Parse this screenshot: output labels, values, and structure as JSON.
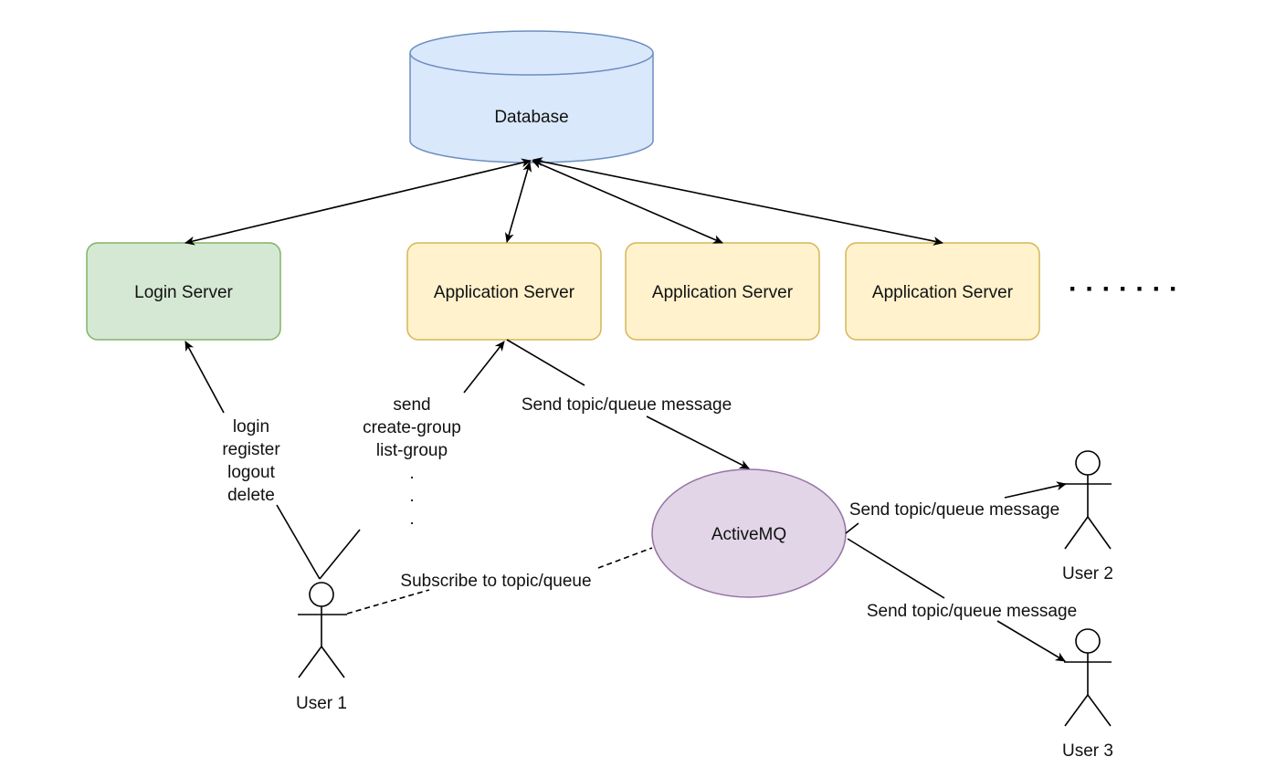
{
  "nodes": {
    "database": {
      "label": "Database",
      "fill": "#dae8fc",
      "stroke": "#6c8ebf"
    },
    "login_server": {
      "label": "Login Server",
      "fill": "#d5e8d4",
      "stroke": "#82b366"
    },
    "app_server_1": {
      "label": "Application Server",
      "fill": "#fff2cc",
      "stroke": "#d6b656"
    },
    "app_server_2": {
      "label": "Application Server",
      "fill": "#fff2cc",
      "stroke": "#d6b656"
    },
    "app_server_3": {
      "label": "Application Server",
      "fill": "#fff2cc",
      "stroke": "#d6b656"
    },
    "ellipsis": "· · · · · · ·",
    "activemq": {
      "label": "ActiveMQ",
      "fill": "#e1d5e7",
      "stroke": "#9673a6"
    }
  },
  "actors": {
    "user1": "User 1",
    "user2": "User 2",
    "user3": "User 3"
  },
  "edge_labels": {
    "login_ops": [
      "login",
      "register",
      "logout",
      "delete"
    ],
    "app_ops": [
      "send",
      "create-group",
      "list-group"
    ],
    "app_ops_more": ".",
    "app_to_mq": "Send topic/queue message",
    "subscribe": "Subscribe to topic/queue",
    "mq_to_user2": "Send topic/queue message",
    "mq_to_user3": "Send topic/queue message"
  }
}
